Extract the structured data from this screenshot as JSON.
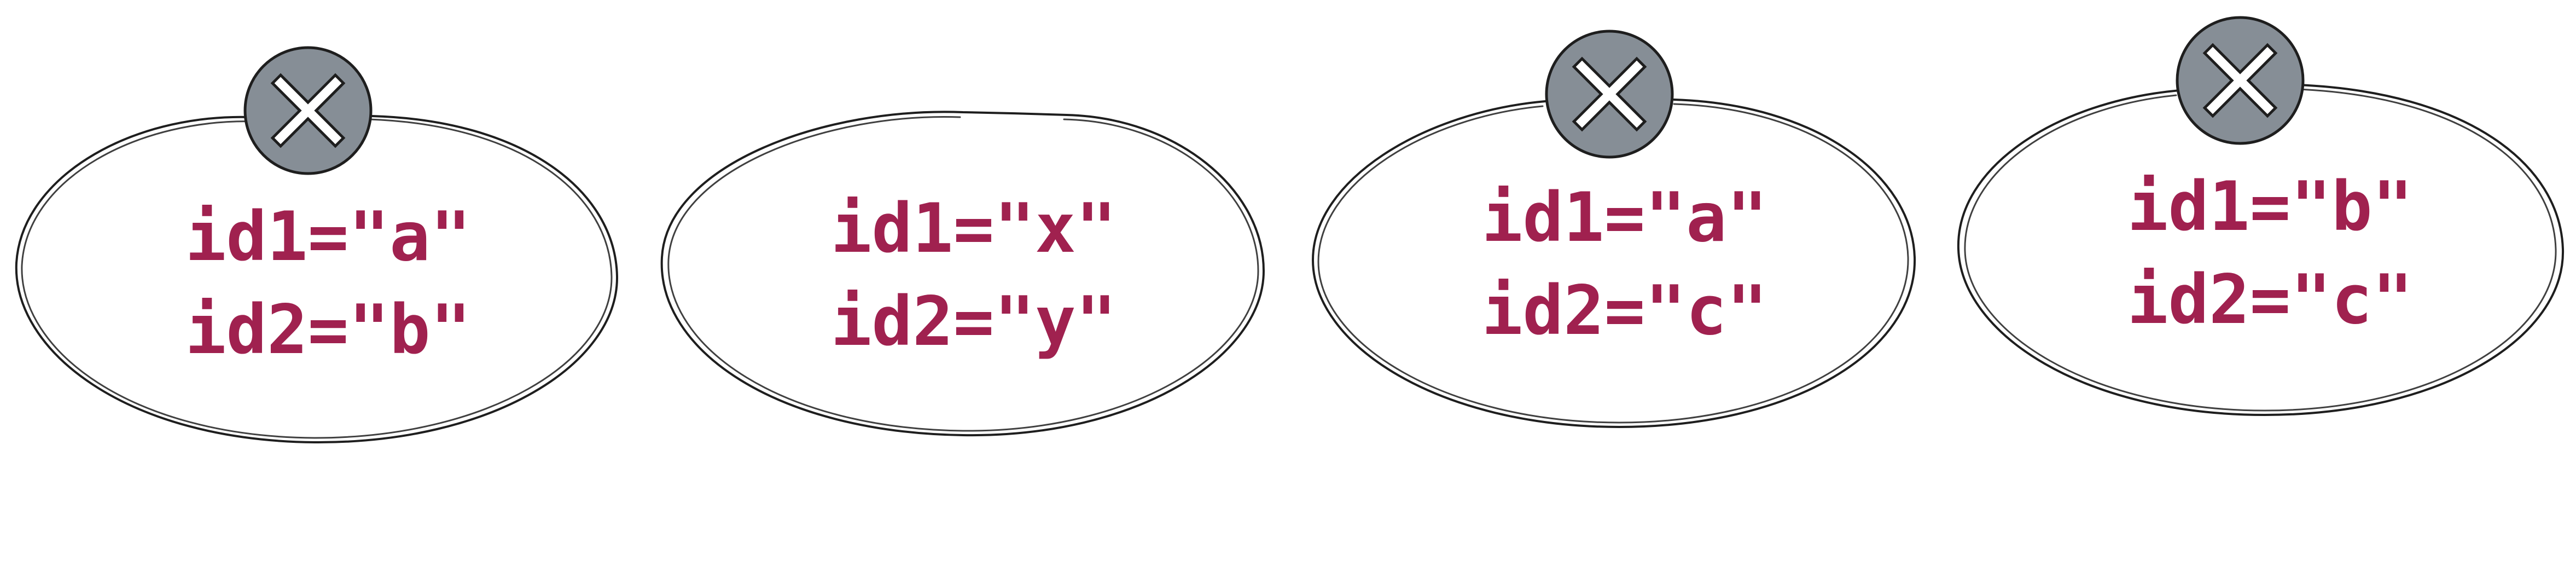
{
  "colors": {
    "stroke": "#1e1e1e",
    "label_text": "#a0214f",
    "reject_badge_fill": "#868e96",
    "reject_cross": "#ffffff",
    "background": "#ffffff"
  },
  "nodes": [
    {
      "id1": "id1=\"a\"",
      "id2": "id2=\"b\"",
      "rejected": true,
      "icon": "close-icon"
    },
    {
      "id1": "id1=\"x\"",
      "id2": "id2=\"y\"",
      "rejected": false,
      "icon": ""
    },
    {
      "id1": "id1=\"a\"",
      "id2": "id2=\"c\"",
      "rejected": true,
      "icon": "close-icon"
    },
    {
      "id1": "id1=\"b\"",
      "id2": "id2=\"c\"",
      "rejected": true,
      "icon": "close-icon"
    }
  ]
}
